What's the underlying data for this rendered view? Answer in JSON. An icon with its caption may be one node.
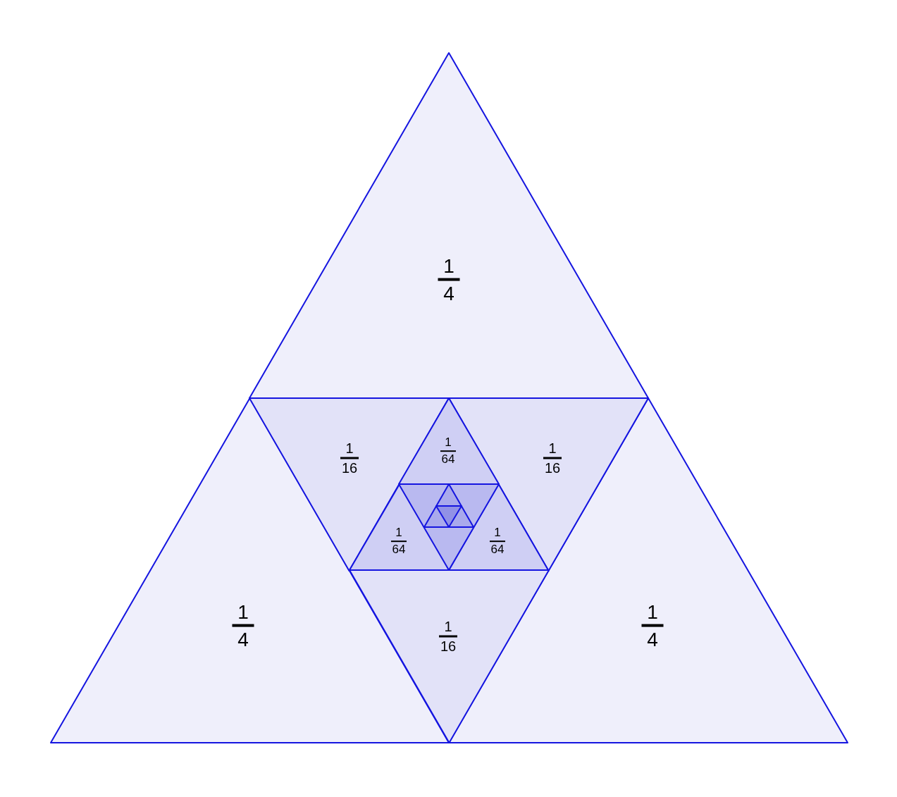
{
  "diagram": {
    "nodes": [
      {
        "text": [
          "1",
          "4"
        ]
      },
      {
        "text": [
          "1",
          "4"
        ]
      },
      {
        "text": [
          "1",
          "4"
        ]
      },
      {
        "text": [
          "1",
          "16"
        ]
      },
      {
        "text": [
          "1",
          "16"
        ]
      },
      {
        "text": [
          "1",
          "16"
        ]
      },
      {
        "text": [
          "1",
          "64"
        ]
      },
      {
        "text": [
          "1",
          "64"
        ]
      },
      {
        "text": [
          "1",
          "64"
        ]
      }
    ]
  }
}
